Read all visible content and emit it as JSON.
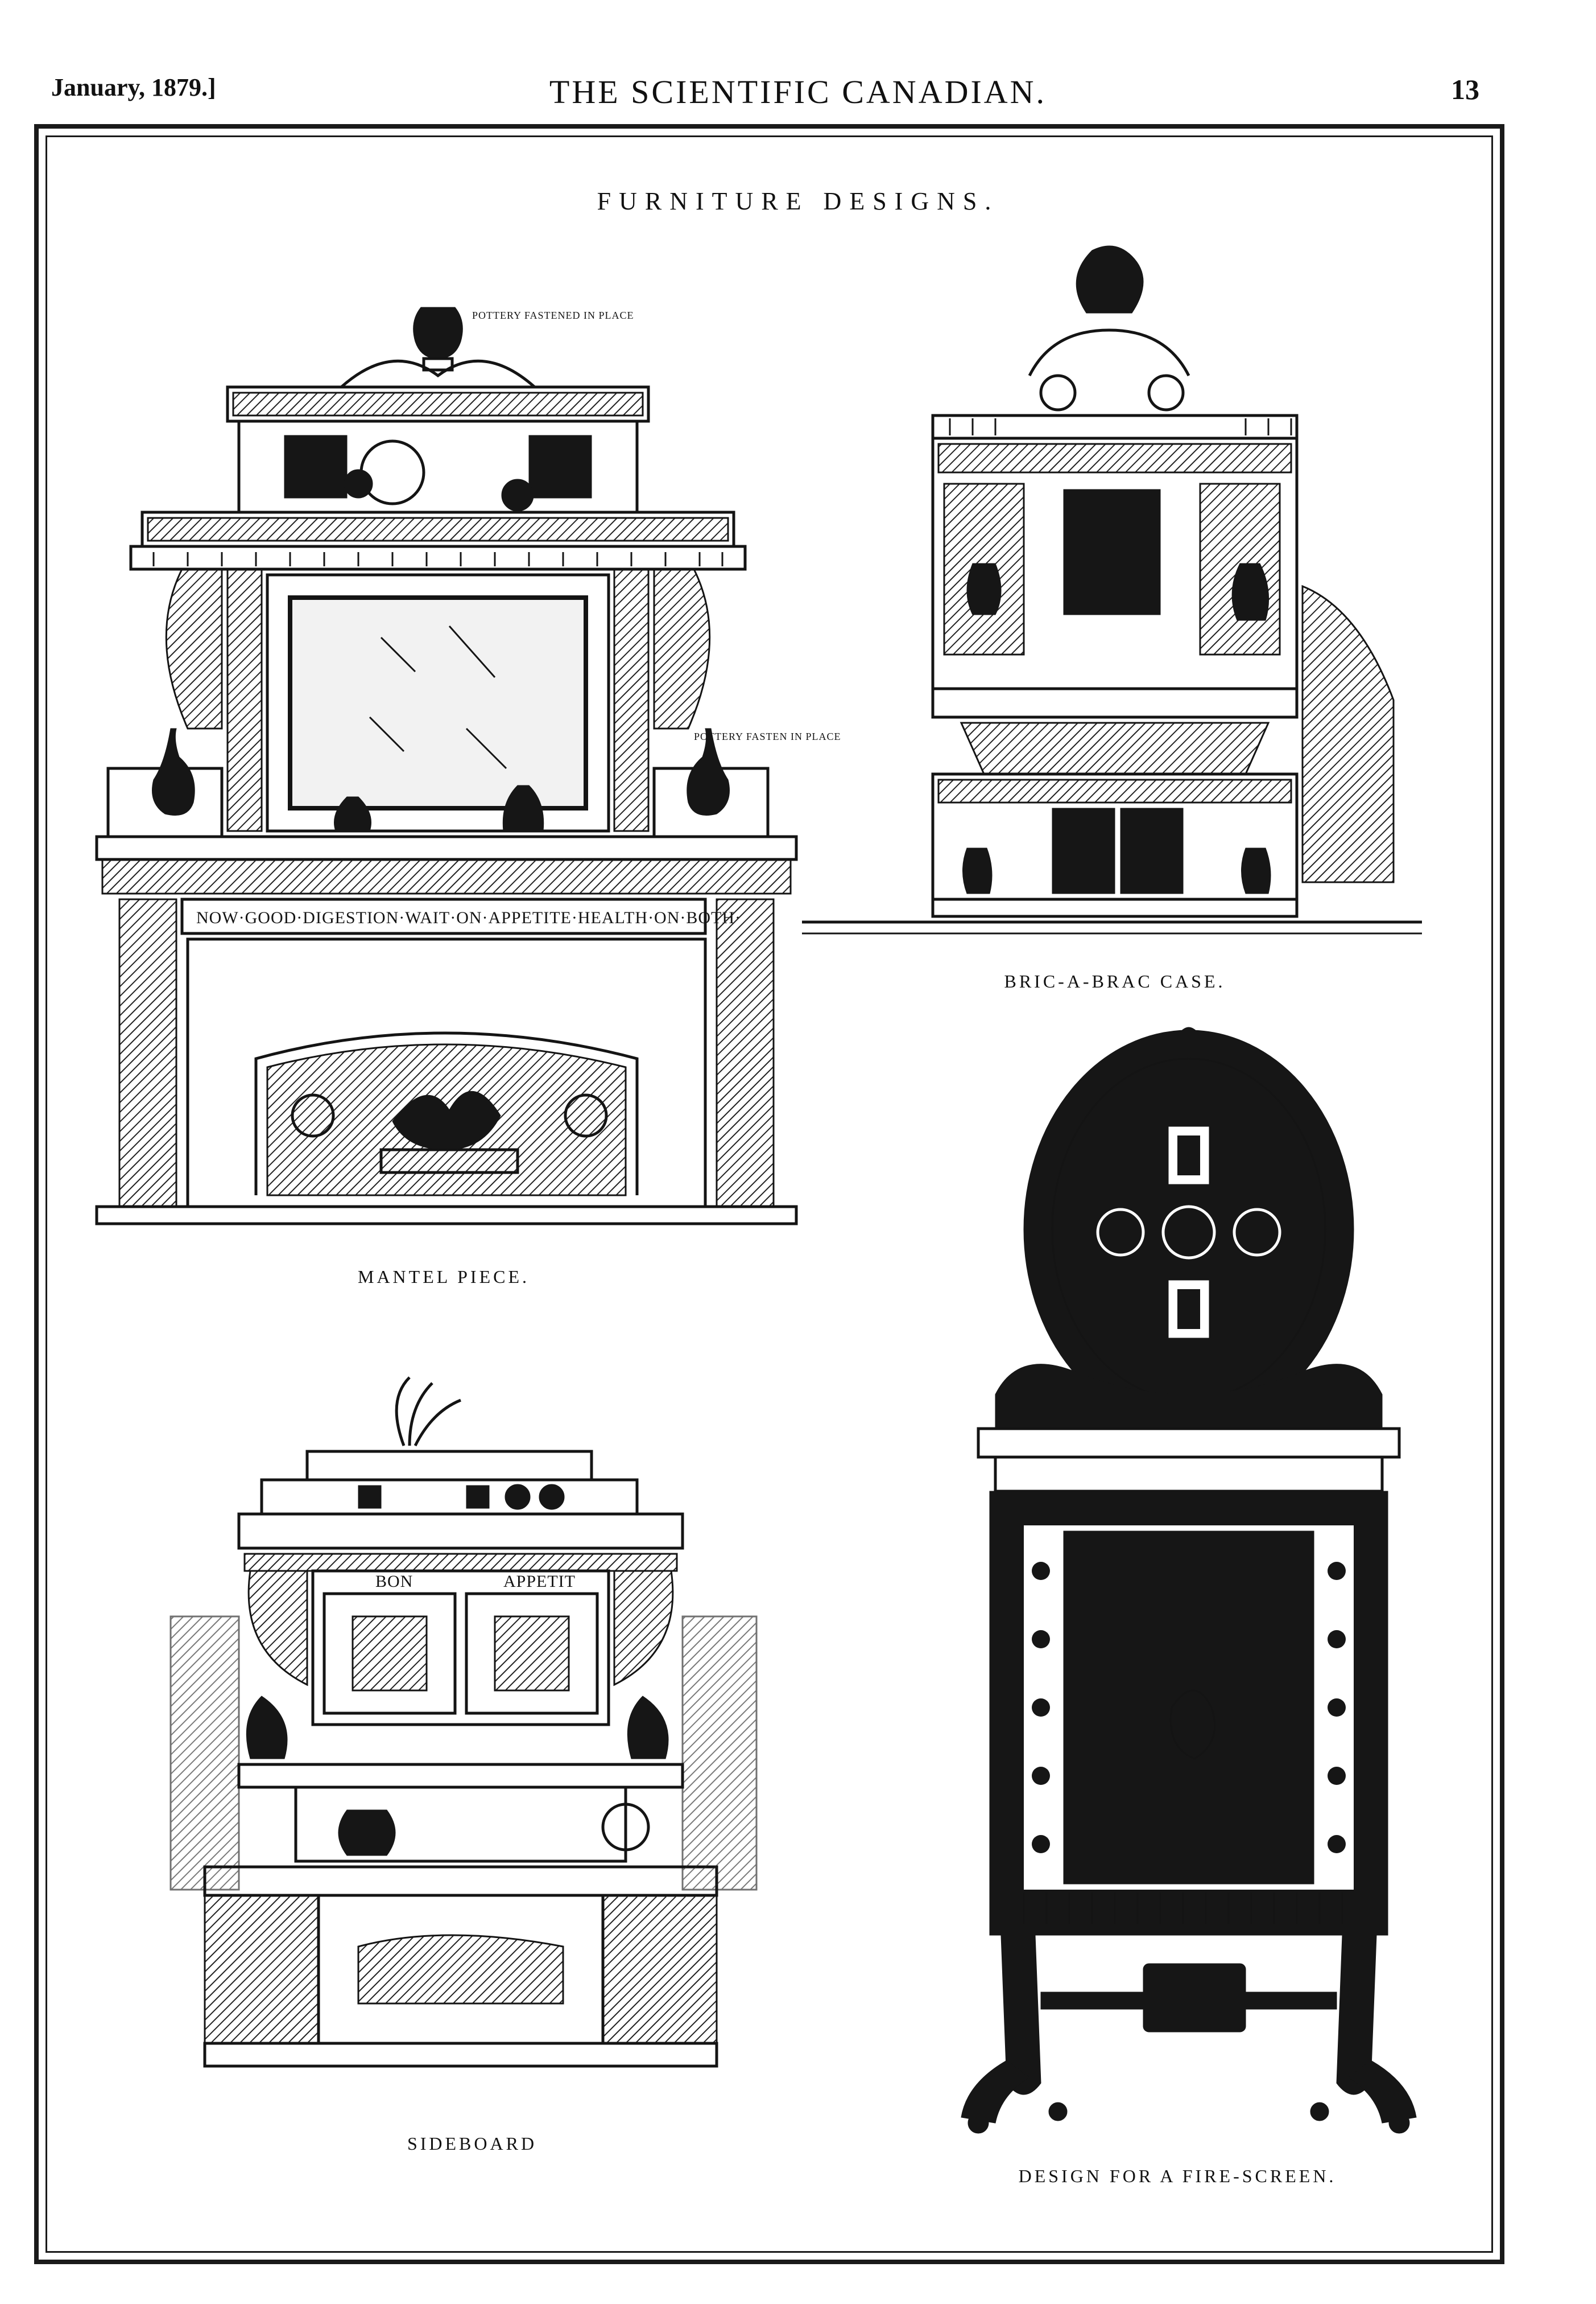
{
  "header": {
    "date": "January, 1879.]",
    "publication": "THE SCIENTIFIC CANADIAN.",
    "page_number": "13"
  },
  "plate": {
    "title": "FURNITURE DESIGNS."
  },
  "illustrations": {
    "mantel": {
      "caption": "MANTEL PIECE.",
      "motto": "NOW·GOOD·DIGESTION·WAIT·ON·APPETITE·HEALTH·ON·BOTH·",
      "note_top": "POTTERY FASTENED IN PLACE",
      "note_side": "POTTERY FASTEN IN PLACE"
    },
    "bric_a_brac": {
      "caption": "BRIC-A-BRAC CASE."
    },
    "sideboard": {
      "caption": "SIDEBOARD",
      "panel_left": "BON",
      "panel_right": "APPETIT"
    },
    "fire_screen": {
      "caption": "DESIGN FOR A FIRE-SCREEN."
    }
  }
}
